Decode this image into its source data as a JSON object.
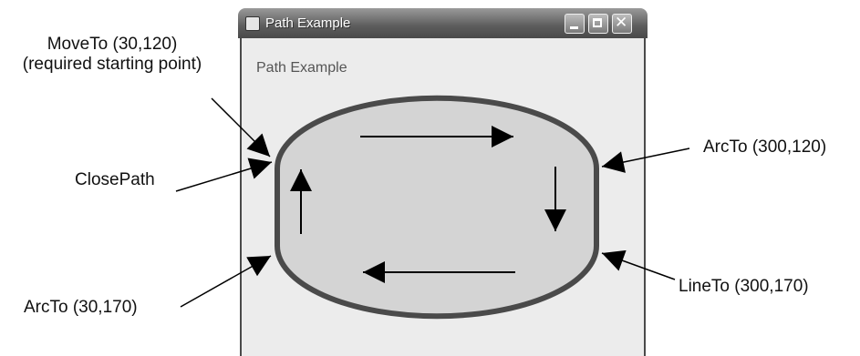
{
  "window": {
    "title": "Path Example",
    "inner_label": "Path Example"
  },
  "annotations": {
    "moveto_line1": "MoveTo (30,120)",
    "moveto_line2": "(required starting point)",
    "closepath": "ClosePath",
    "arcto_left": "ArcTo (30,170)",
    "arcto_right": "ArcTo (300,120)",
    "lineto_right": "LineTo (300,170)"
  },
  "colors": {
    "shape_fill": "#d4d4d4",
    "shape_stroke": "#4a4a4a",
    "arrow": "#000000"
  },
  "icons": {
    "app": "java-cup-icon",
    "minimize": "minimize-icon",
    "maximize": "maximize-icon",
    "close": "close-icon"
  }
}
